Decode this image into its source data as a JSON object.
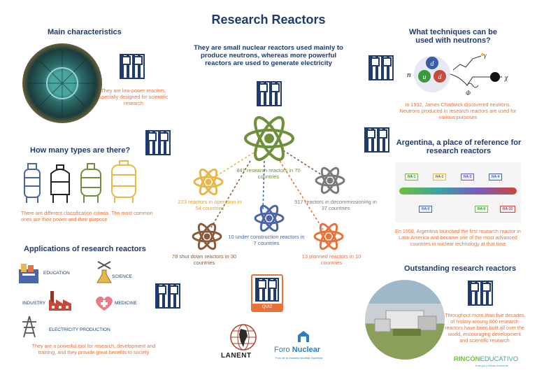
{
  "title": "Research Reactors",
  "center": {
    "intro": "They are small nuclear reactors used mainly to produce neutrons, whereas more powerful reactors are used to generate electricity",
    "stats": {
      "total": "841 research reactors  in 70 countries",
      "operation": "223 reactors in operation in 54 countries",
      "decommissioning": "517 reactors in decommissioning in 37 countries",
      "construction": "10 under construction reactors in 7 countries",
      "shutdown": "78 shut down reactors in 30 countries",
      "planned": "13 planned reactors in 10 countries"
    },
    "quiz_label": "QUIZ"
  },
  "main_characteristics": {
    "heading": "Main characteristics",
    "text": "They are low-power reactors, specially designed for scientific research"
  },
  "types": {
    "heading": "How many types are there?",
    "text": "There are different classification criteria. The most common ones are their power and their purpose"
  },
  "applications": {
    "heading": "Applications of research reactors",
    "items": {
      "education": "EDUCATION",
      "science": "SCIENCE",
      "industry": "INDUSTRY",
      "medicine": "MEDICINE",
      "electricity": "ELECTRICITY PRODUCTION"
    },
    "text": "They are a powerful tool for research, development and training, and they provide great benefits to society"
  },
  "techniques": {
    "heading": "What techniques can be used with neutrons?",
    "diagram": {
      "n": "n",
      "d1": "d",
      "u": "u",
      "d2": "d",
      "gamma": "γ",
      "phi": "Φ",
      "chi": "χ"
    },
    "text": "In 1932, James Chadwick discovered neutrons. Neutrons produced in research reactors are used for various purposes"
  },
  "argentina": {
    "heading": "Argentina, a place of reference for research reactors",
    "timeline_top": [
      "RA-1",
      "RA-2",
      "RA-3",
      "RA-4"
    ],
    "timeline_bottom": [
      "RA-0",
      "RA-6",
      "RA-10"
    ],
    "text": "En 1958, Argentina launched the first research reactor in Latin America and became one of the most advanced countries in nuclear technology at that time"
  },
  "outstanding": {
    "heading": "Outstanding research reactors",
    "text": "Throughout more than five decades of history aroung 800 research reactors have been built all over the world, encouraging development and scientific research"
  },
  "logos": {
    "lanent": "LANENT",
    "foro_prefix": "Foro",
    "foro_bold": "Nuclear",
    "foro_sub": "Foro de la Industria Nuclear Española",
    "rincon_bold": "RINCÓN",
    "rincon_rest": "EDUCATIVO",
    "rincon_sub": "Energía y Medio Ambiente"
  },
  "colors": {
    "navy": "#1f3a6e",
    "orange": "#e8733a",
    "green": "#6f8f3a",
    "yellow": "#e6b84a",
    "gray": "#7a7a7a",
    "blue": "#4a66a8",
    "brown": "#8a5a3c"
  }
}
